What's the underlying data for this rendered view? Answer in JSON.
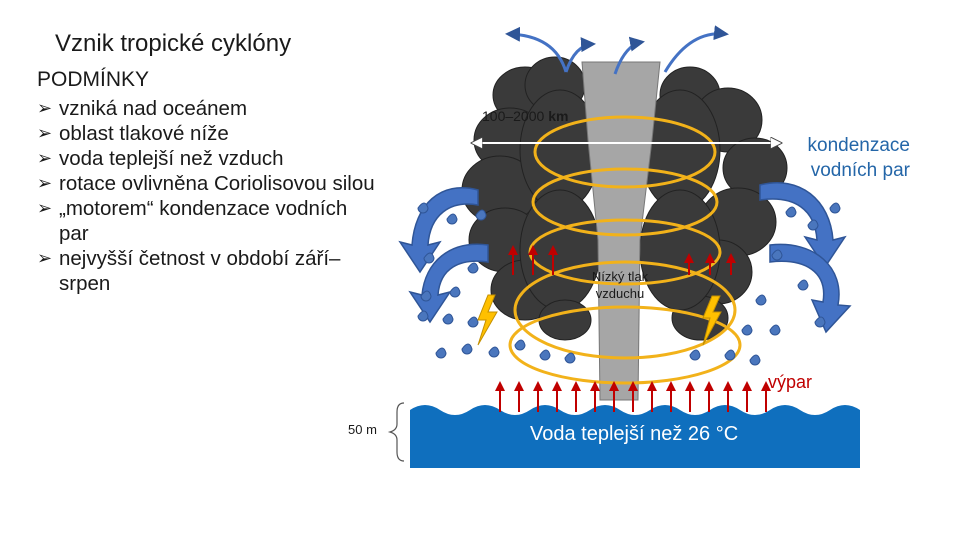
{
  "title": "Vznik tropické cyklóny",
  "conditions": {
    "heading": "PODMÍNKY",
    "items": [
      "vzniká nad oceánem",
      "oblast tlakové níže",
      "voda teplejší než vzduch",
      "rotace ovlivněna Coriolisovou silou",
      "„motorem“ kondenzace vodních par",
      "nejvyšší četnost v období září–srpen"
    ]
  },
  "diagram": {
    "width_label_number": "100–2000",
    "width_label_unit": "km",
    "condensation_label": "kondenzace vodních par",
    "low_pressure_label": "Nízký tlak vzduchu",
    "evaporation_label": "výpar",
    "depth_label": "50 m",
    "water_label": "Voda teplejší než 26 °C",
    "colors": {
      "cloud": "#3a3a3a",
      "eye": "#a6a6a6",
      "rings": "#f2b21a",
      "arrows_blue": "#4472c4",
      "drops": "#4a76bd",
      "heat_arrows": "#c00000",
      "lightning": "#ffc000",
      "ocean": "#0f6fbe"
    }
  }
}
